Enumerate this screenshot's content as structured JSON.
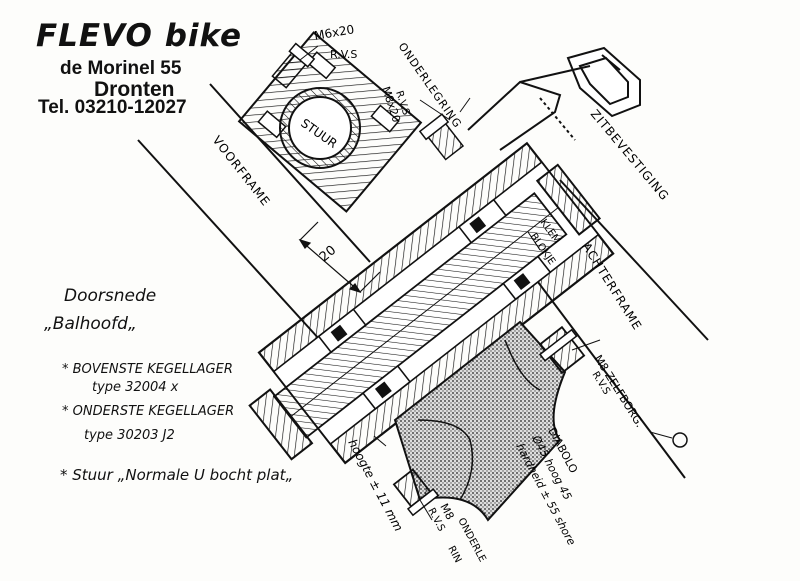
{
  "header": {
    "logo": "FLEVO bike",
    "address": "de Morinel 55",
    "city": "Dronten",
    "phone": "Tel. 03210-12027"
  },
  "notes": {
    "title": "Doorsnede",
    "subject": "„Balhoofd„",
    "upper_bearing": "* BOVENSTE KEGELLAGER",
    "upper_type": "type 32004 x",
    "lower_bearing": "* ONDERSTE KEGELLAGER",
    "lower_type": "type 30203 J2",
    "handlebar": "* Stuur „Normale U bocht plat„"
  },
  "labels": {
    "bolt_top": "M6x20",
    "bolt_top_rvs": "R.V.S",
    "stuur": "STUUR",
    "voorframe": "VOORFRAME",
    "onderlegring": "ONDERLEGRING",
    "bolt_mid": "M8x20",
    "bolt_mid_rvs": "R.V.S",
    "zitbevestiging": "ZITBEVESTIGING",
    "klem": "KLEM",
    "blokje": "BLOKJE",
    "achterframe": "ACHTERFRAME",
    "dim_20": "20",
    "nut": "M8 ZELFBORG.",
    "nut_rvs": "R.V.S",
    "diabolo": "DIABOLO",
    "diabolo_dim": "Ø45 hoog 45",
    "hardness": "hardheid ± 55 shore",
    "height": "hoogte ± 11 mm",
    "bolt_bottom": "M8",
    "bolt_bottom_rvs": "R.V.S",
    "onderlegring_bottom": "ONDERLE",
    "onderlegring_bottom2": "RIN"
  },
  "colors": {
    "ink": "#111111",
    "paper": "#fdfdfb"
  }
}
